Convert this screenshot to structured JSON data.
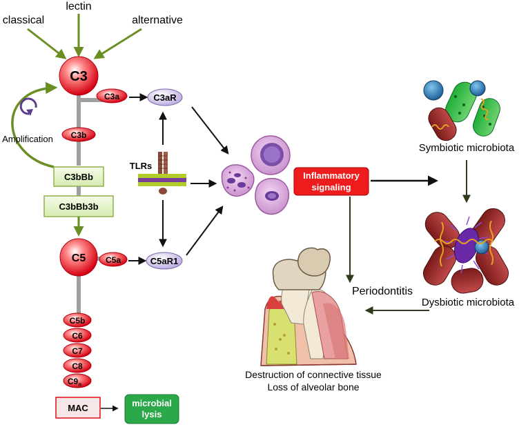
{
  "pathways": {
    "classical": "classical",
    "lectin": "lectin",
    "alternative": "alternative"
  },
  "nodes": {
    "c3": "C3",
    "c3a": "C3a",
    "c3ar": "C3aR",
    "c3b": "C3b",
    "amplification": "Amplification",
    "c3bbb": "C3bBb",
    "c3bbb3b": "C3bBb3b",
    "c5": "C5",
    "c5a": "C5a",
    "c5ar1": "C5aR1",
    "c5b": "C5b",
    "c6": "C6",
    "c7": "C7",
    "c8": "C8",
    "c9": "C9",
    "c9_sub": "n",
    "mac": "MAC",
    "lysis_line1": "microbial",
    "lysis_line2": "lysis",
    "tlrs": "TLRs"
  },
  "right": {
    "inflammatory_line1": "Inflammatory",
    "inflammatory_line2": "signaling",
    "symbiotic": "Symbiotic microbiota",
    "dysbiotic": "Dysbiotic microbiota",
    "periodontitis": "Periodontitis",
    "destruction": "Destruction of connective tissue",
    "bone_loss": "Loss of alveolar bone"
  },
  "colors": {
    "green_arrow": "#6b8e23",
    "red_node": "#e8101a",
    "lilac_node": "#c9b8e8",
    "box_fill": "#e2f3c4",
    "box_stroke": "#8fb04a",
    "lysis_green": "#2aa84a",
    "inflammatory_red": "#ee1c1c",
    "axis_gray": "#a0a0a0"
  }
}
